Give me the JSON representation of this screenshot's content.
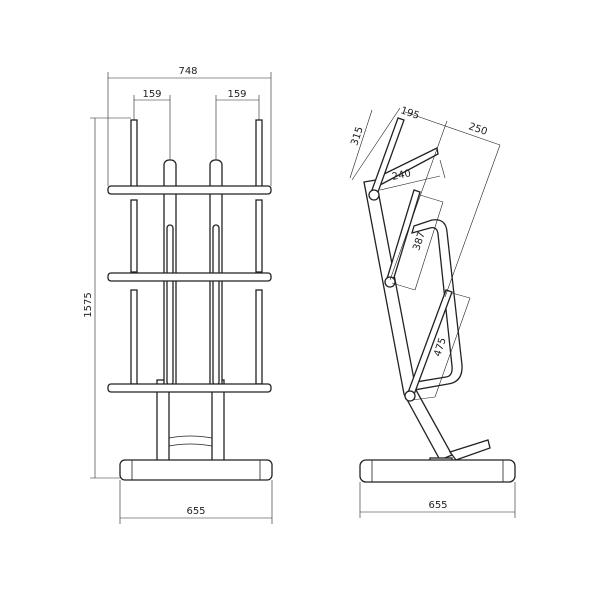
{
  "front_view": {
    "dimensions": {
      "overall_width": "748",
      "left_peg_spacing": "159",
      "right_peg_spacing": "159",
      "overall_height": "1575",
      "base_width": "655"
    }
  },
  "side_view": {
    "dimensions": {
      "top_offset": "195",
      "depth": "250",
      "top_peg": "315",
      "top_shelf": "240",
      "middle_peg": "387",
      "lower_peg": "475",
      "base_length": "655"
    }
  }
}
